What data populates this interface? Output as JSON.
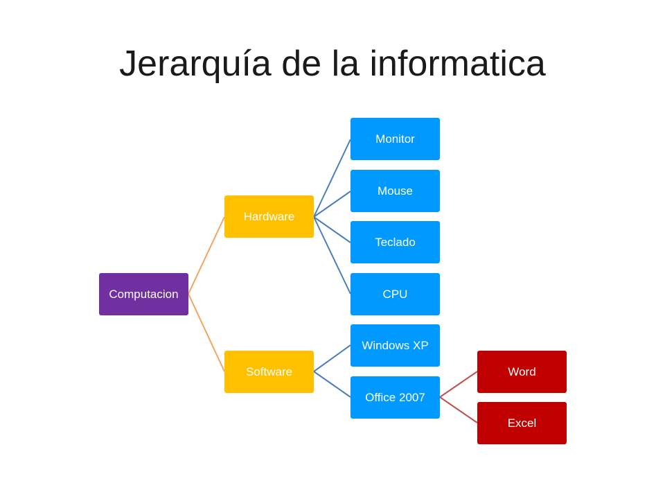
{
  "title": "Jerarquía de la informatica",
  "colors": {
    "level1": "#7030a0",
    "level2": "#ffc000",
    "level3": "#0099ff",
    "level4": "#c00000",
    "connector_level1": "#f4a460",
    "connector_level2": "#4a7ebb",
    "connector_level3": "#c0504d"
  },
  "nodes": {
    "computacion": "Computacion",
    "hardware": "Hardware",
    "software": "Software",
    "monitor": "Monitor",
    "mouse": "Mouse",
    "teclado": "Teclado",
    "cpu": "CPU",
    "windows_xp": "Windows XP",
    "office_2007": "Office 2007",
    "word": "Word",
    "excel": "Excel"
  }
}
